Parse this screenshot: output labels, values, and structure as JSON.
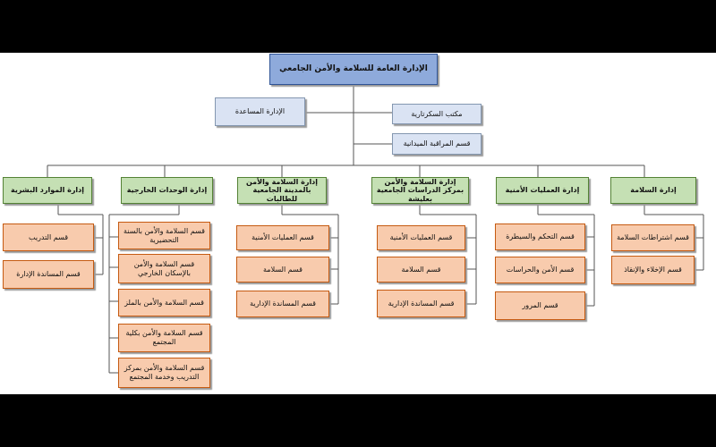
{
  "root": "الإدارة العامة للسلامة والأمن الجامعي",
  "assistant": "الإدارة المساعدة",
  "secretariat": "مكتب السكرتارية",
  "field_monitoring": "قسم المراقبة الميدانية",
  "departments": [
    {
      "title": "إدارة الموارد البشرية",
      "sections": [
        "قسم التدريب",
        "قسم المساندة الإدارة"
      ]
    },
    {
      "title": "إدارة الوحدات الخارجية",
      "sections": [
        "قسم السلامة والأمن بالسنة التحضيرية",
        "قسم السلامة والأمن بالإسكان الخارجي",
        "قسم السلامة والأمن بالملز",
        "قسم السلامة والأمن بكلية المجتمع",
        "قسم السلامة والأمن بمركز التدريب وخدمة المجتمع"
      ]
    },
    {
      "title": "إدارة السلامة والأمن بالمدينة الجامعية للطالبات",
      "sections": [
        "قسم العمليات الأمنية",
        "قسم السلامة",
        "قسم المساندة الإدارية"
      ]
    },
    {
      "title": "إدارة السلامة والأمن بمركز الدراسات الجامعية بعليشة",
      "sections": [
        "قسم العمليات الأمنية",
        "قسم السلامة",
        "قسم المساندة الإدارية"
      ]
    },
    {
      "title": "إدارة العمليات الأمنية",
      "sections": [
        "قسم التحكم والسيطرة",
        "قسم الأمن والحراسات",
        "قسم المرور"
      ]
    },
    {
      "title": "إدارة السلامة",
      "sections": [
        "قسم اشتراطات السلامة",
        "قسم الإخلاء والإنقاذ"
      ]
    }
  ]
}
